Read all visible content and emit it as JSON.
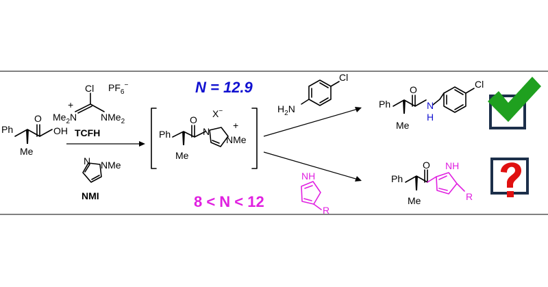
{
  "reactant": {
    "ph": "Ph",
    "me": "Me",
    "o": "O",
    "oh": "OH"
  },
  "reagents": {
    "tcfh_cl": "Cl",
    "tcfh_pf6": "PF",
    "tcfh_pf6_sub": "6",
    "tcfh_pf6_charge": "−",
    "tcfh_plus": "+",
    "tcfh_n_left": "Me",
    "tcfh_n_left_sub": "2",
    "tcfh_n_left_tail": "N",
    "tcfh_n_right": "NMe",
    "tcfh_n_right_sub": "2",
    "tcfh_name": "TCFH",
    "nmi_n": "N",
    "nmi_nme": "NMe",
    "nmi_name": "NMI"
  },
  "intermediate": {
    "ph": "Ph",
    "me": "Me",
    "o": "O",
    "x": "X",
    "x_charge": "−",
    "n": "N",
    "plus": "+",
    "nme": "NMe"
  },
  "nucleophilicity": {
    "top": "N = 12.9",
    "bottom": "8 < N < 12"
  },
  "amine": {
    "h2n": "H",
    "h2n_sub": "2",
    "h2n_tail": "N",
    "cl": "Cl"
  },
  "pyrrole": {
    "nh": "NH",
    "r": "R"
  },
  "product_amide": {
    "ph": "Ph",
    "me": "Me",
    "o": "O",
    "n": "N",
    "h": "H",
    "cl": "Cl"
  },
  "product_ketone": {
    "ph": "Ph",
    "me": "Me",
    "o": "O",
    "nh": "NH",
    "r": "R"
  },
  "colors": {
    "blue": "#1010d0",
    "magenta": "#e020e0",
    "check_green": "#1fa01f",
    "question_red": "#e01010",
    "box_navy": "#1c2f4a"
  }
}
